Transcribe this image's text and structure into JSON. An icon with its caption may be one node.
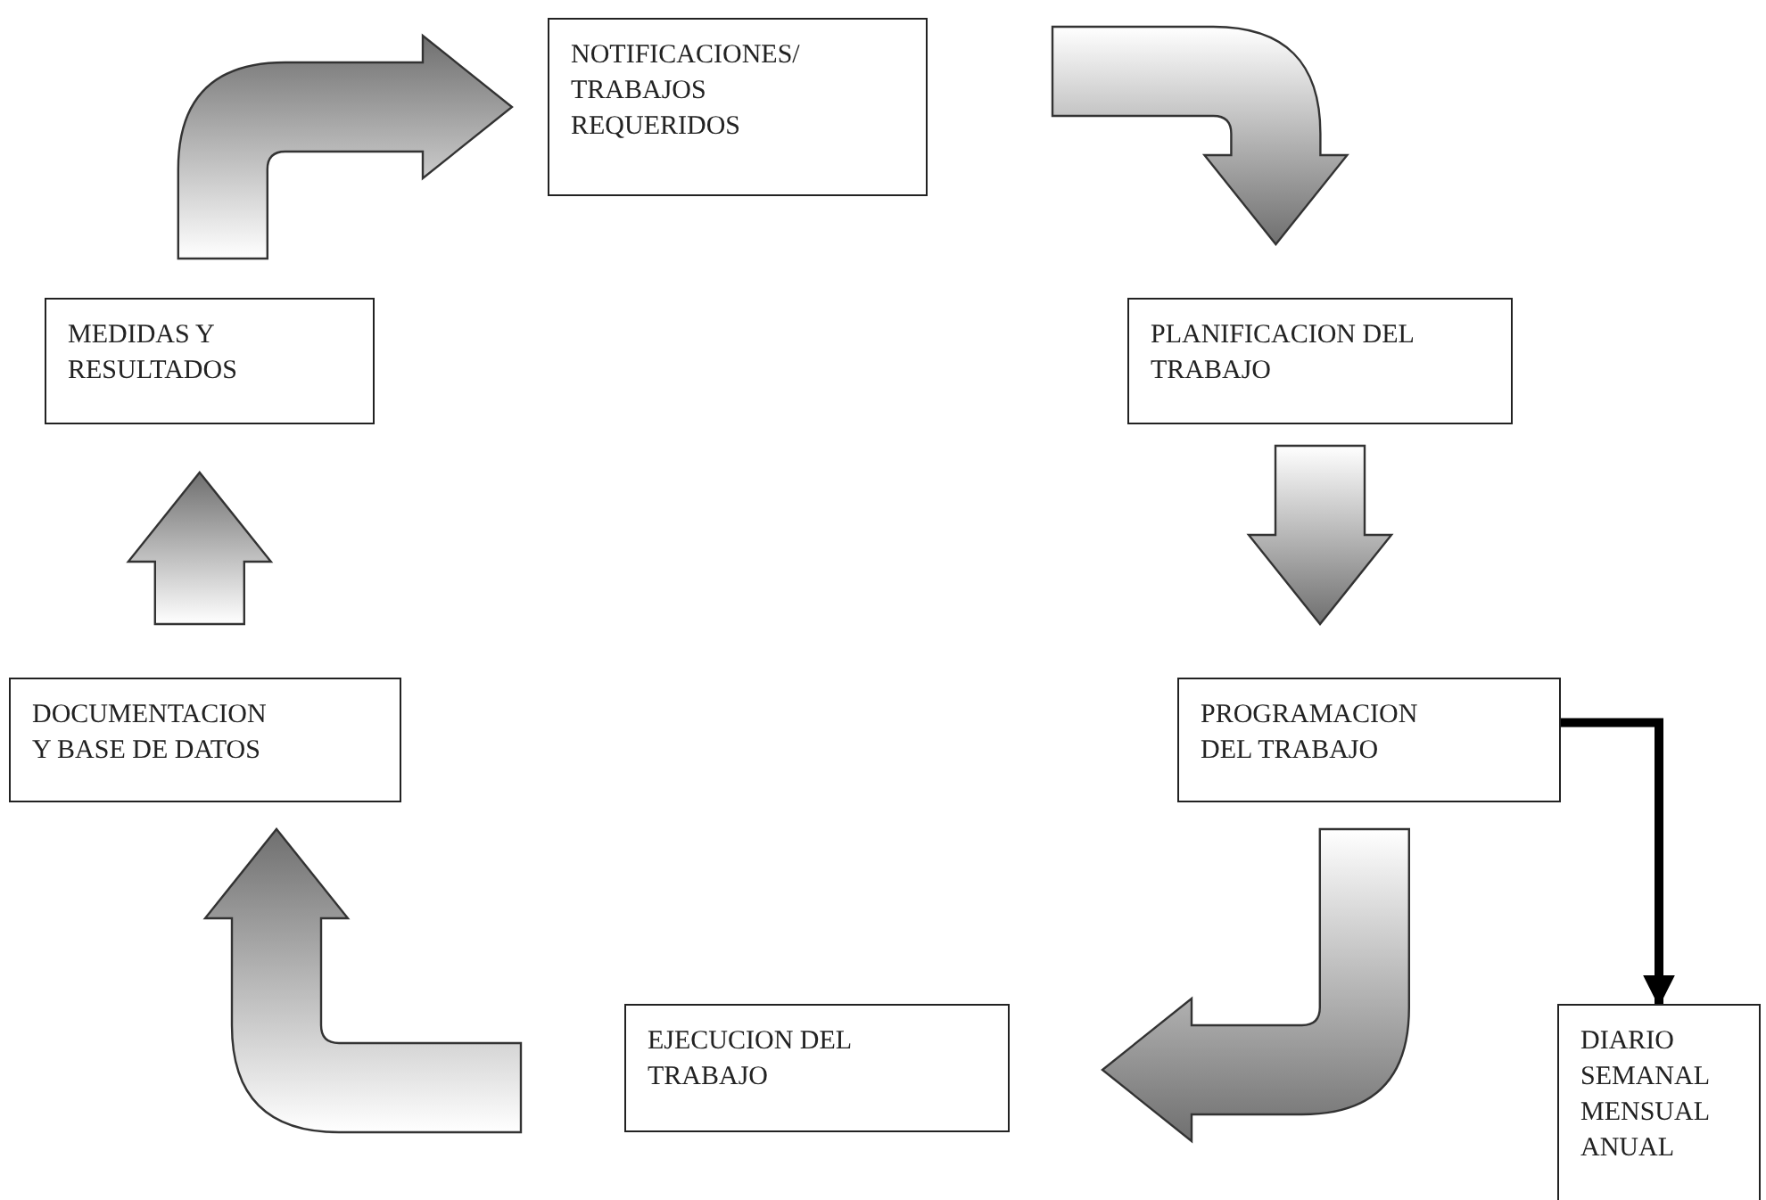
{
  "diagram": {
    "nodes": [
      {
        "text": [
          "NOTIFICACIONES/ TRABAJOS REQUERIDOS"
        ]
      },
      {
        "text": [
          "PLANIFICACION DEL TRABAJO"
        ]
      },
      {
        "text": [
          "PROGRAMACION DEL TRABAJO"
        ]
      },
      {
        "text": [
          "DIARIO SEMANAL MENSUAL ANUAL"
        ]
      },
      {
        "text": [
          "EJECUCION DEL TRABAJO"
        ]
      },
      {
        "text": [
          "DOCUMENTACION Y BASE DE DATOS"
        ]
      },
      {
        "text": [
          "MEDIDAS Y RESULTADOS"
        ]
      }
    ],
    "edges": [
      {
        "from": 6,
        "to": 0,
        "arrow": "to"
      },
      {
        "from": 0,
        "to": 1,
        "arrow": "to"
      },
      {
        "from": 1,
        "to": 2,
        "arrow": "to"
      },
      {
        "from": 2,
        "to": 4,
        "arrow": "to"
      },
      {
        "from": 4,
        "to": 5,
        "arrow": "to"
      },
      {
        "from": 5,
        "to": 6,
        "arrow": "to"
      },
      {
        "from": 2,
        "to": 3,
        "arrow": "to",
        "color": "#000000"
      }
    ]
  }
}
